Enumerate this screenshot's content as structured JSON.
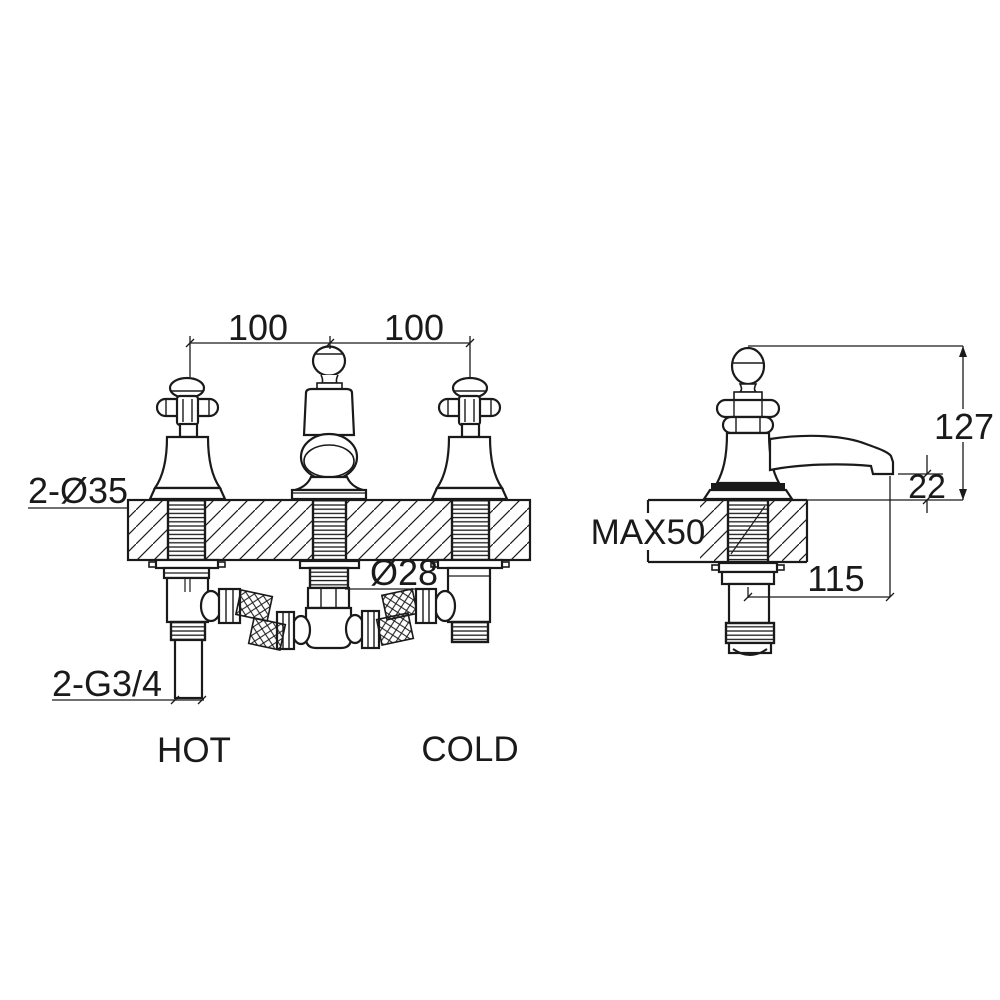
{
  "drawing": {
    "background": "#ffffff",
    "line_color": "#1a1a1a",
    "front_view": {
      "dim_spacing_left": "100",
      "dim_spacing_right": "100",
      "hole_diameter_label": "2-Ø35",
      "body_diameter_label": "Ø28",
      "inlet_thread_label": "2-G3/4",
      "hot_label": "HOT",
      "cold_label": "COLD"
    },
    "side_view": {
      "overall_height_label": "127",
      "spout_clearance_label": "22",
      "max_deck_thickness_label": "MAX50",
      "spout_reach_label": "115"
    }
  }
}
